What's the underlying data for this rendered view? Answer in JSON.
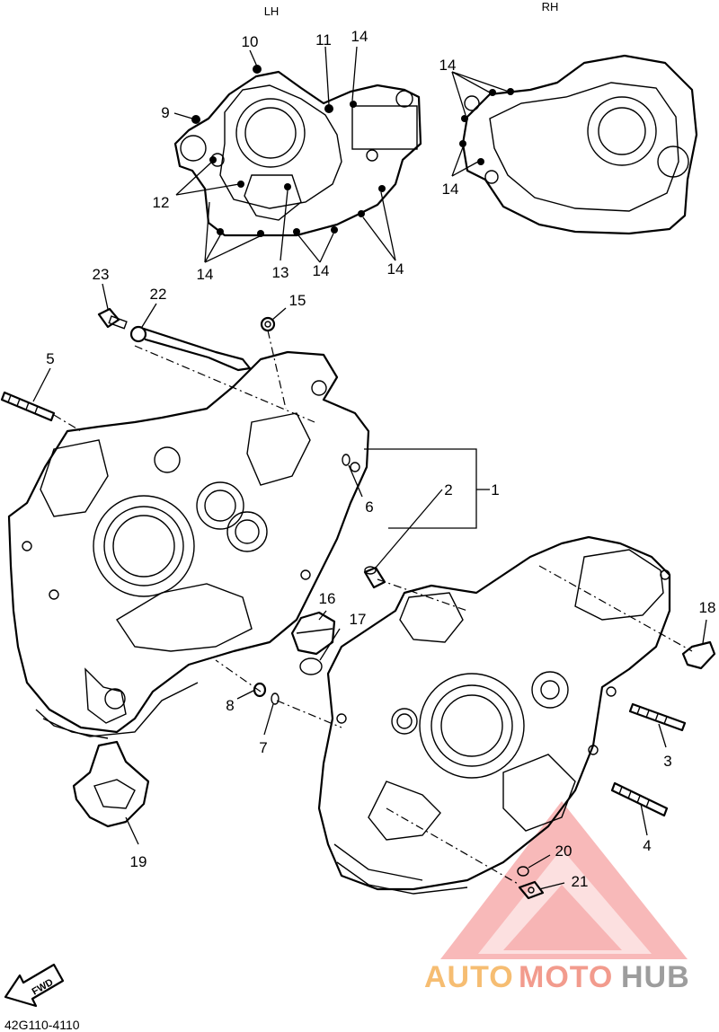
{
  "view_labels": {
    "lh": "LH",
    "rh": "RH"
  },
  "part_code": "42G110-4110",
  "fwd_label": "FWD",
  "callouts": {
    "c1": "1",
    "c2": "2",
    "c3": "3",
    "c4": "4",
    "c5": "5",
    "c6": "6",
    "c7": "7",
    "c8": "8",
    "c9": "9",
    "c10": "10",
    "c11": "11",
    "c12": "12",
    "c13": "13",
    "c14a": "14",
    "c14b": "14",
    "c14c": "14",
    "c14d": "14",
    "c14e": "14",
    "c14f": "14",
    "c15": "15",
    "c16": "16",
    "c17": "17",
    "c18": "18",
    "c19": "19",
    "c20": "20",
    "c21": "21",
    "c22": "22",
    "c23": "23"
  },
  "watermark": {
    "part1": "AUTO",
    "part2": "MOTO",
    "part3": "HUB"
  },
  "colors": {
    "watermark_triangle": "#f06a6a",
    "watermark_orange": "#f5b25a",
    "watermark_red": "#f08a7a",
    "watermark_gray": "#8c8c8c"
  }
}
